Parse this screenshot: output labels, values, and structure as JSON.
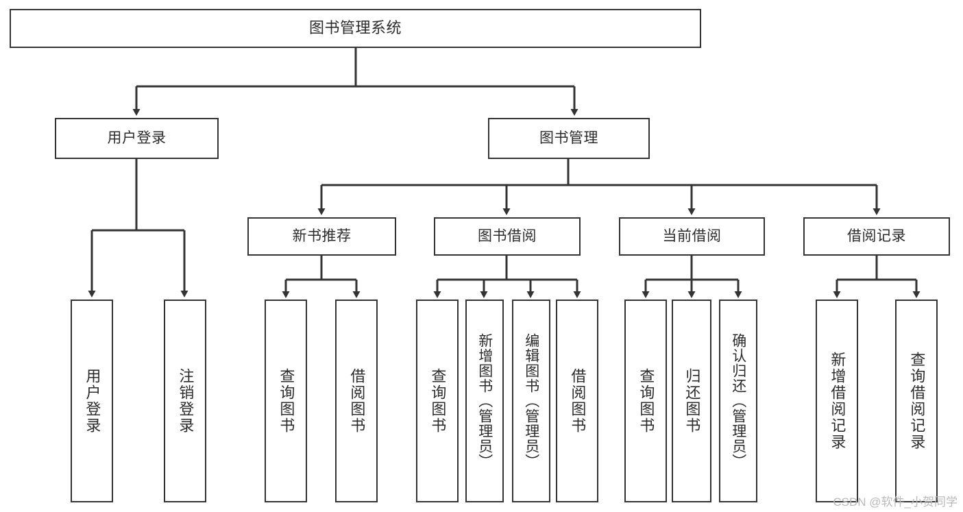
{
  "diagram": {
    "title": "图书管理系统",
    "root": {
      "label": "图书管理系统"
    },
    "level1": [
      {
        "label": "用户登录"
      },
      {
        "label": "图书管理"
      }
    ],
    "level2": [
      {
        "label": "新书推荐"
      },
      {
        "label": "图书借阅"
      },
      {
        "label": "当前借阅"
      },
      {
        "label": "借阅记录"
      }
    ],
    "leaves": {
      "user_login": [
        {
          "label": "用户登录"
        },
        {
          "label": "注销登录"
        }
      ],
      "new_book_recommend": [
        {
          "label": "查询图书"
        },
        {
          "label": "借阅图书"
        }
      ],
      "book_borrow": [
        {
          "label": "查询图书"
        },
        {
          "label": "新增图书（管理员）"
        },
        {
          "label": "编辑图书（管理员）"
        },
        {
          "label": "借阅图书"
        }
      ],
      "current_borrow": [
        {
          "label": "查询图书"
        },
        {
          "label": "归还图书"
        },
        {
          "label": "确认归还（管理员）"
        }
      ],
      "borrow_record": [
        {
          "label": "新增借阅记录"
        },
        {
          "label": "查询借阅记录"
        }
      ]
    }
  },
  "watermark": {
    "text": "CSDN @软件_小贺同学"
  },
  "colors": {
    "stroke": "#333333",
    "fill": "#ffffff",
    "text": "#2b2b2b",
    "watermark": "#b9b9b9"
  }
}
